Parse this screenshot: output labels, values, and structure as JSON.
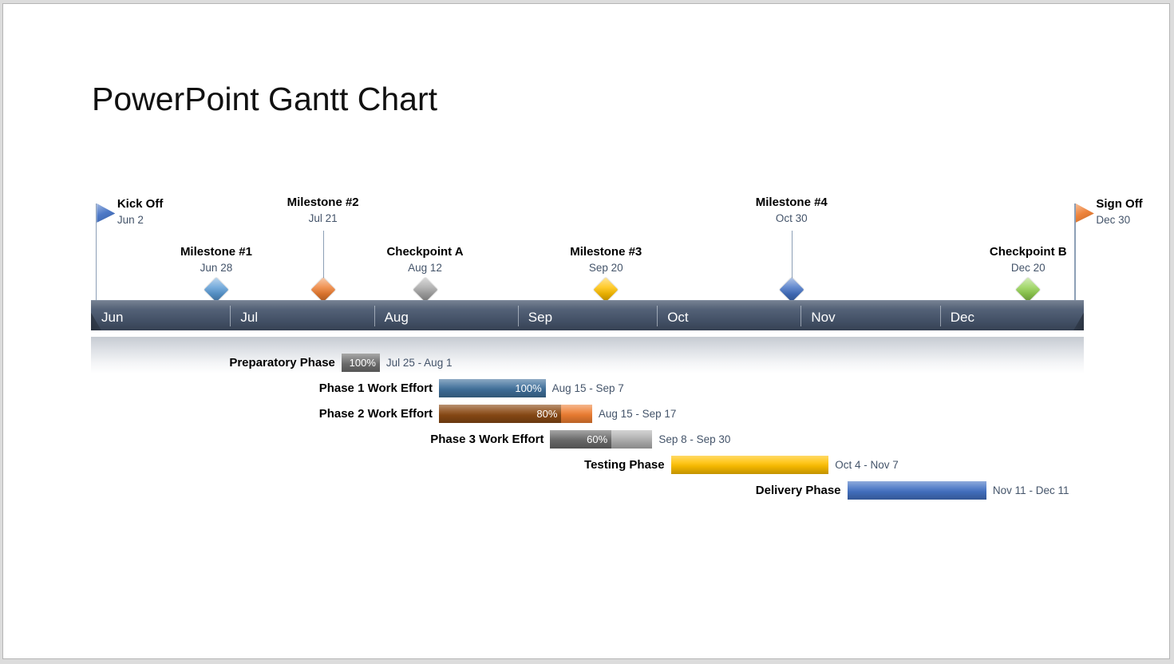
{
  "slide": {
    "title": "PowerPoint Gantt Chart"
  },
  "colors": {
    "timeline_bar": "#47566d",
    "timeline_text": "#ffffff",
    "date_text": "#44546A",
    "reflection_gray": "#c6cbd2"
  },
  "chart_data": {
    "type": "gantt",
    "title": "PowerPoint Gantt Chart",
    "timeline": {
      "start": "Jun 1",
      "end": "Dec 31",
      "months": [
        "Jun",
        "Jul",
        "Aug",
        "Sep",
        "Oct",
        "Nov",
        "Dec"
      ]
    },
    "milestones": [
      {
        "name": "Kick Off",
        "date": "Jun 2",
        "marker": "flag",
        "color": "#4472C4",
        "level": "high"
      },
      {
        "name": "Milestone #1",
        "date": "Jun 28",
        "marker": "diamond",
        "color": "#5B9BD5",
        "level": "low"
      },
      {
        "name": "Milestone #2",
        "date": "Jul 21",
        "marker": "diamond",
        "color": "#ED7D31",
        "level": "high"
      },
      {
        "name": "Checkpoint A",
        "date": "Aug 12",
        "marker": "diamond",
        "color": "#A5A5A5",
        "level": "low"
      },
      {
        "name": "Milestone #3",
        "date": "Sep 20",
        "marker": "diamond",
        "color": "#FFC000",
        "level": "low"
      },
      {
        "name": "Milestone #4",
        "date": "Oct 30",
        "marker": "diamond",
        "color": "#4472C4",
        "level": "high"
      },
      {
        "name": "Checkpoint B",
        "date": "Dec 20",
        "marker": "diamond",
        "color": "#92D050",
        "level": "low"
      },
      {
        "name": "Sign Off",
        "date": "Dec 30",
        "marker": "flag",
        "color": "#ED7D31",
        "level": "high"
      }
    ],
    "tasks": [
      {
        "name": "Preparatory Phase",
        "start": "Jul 25",
        "end": "Aug 1",
        "percent": 100,
        "percent_label": "100%",
        "date_label": "Jul 25 - Aug 1",
        "done_color": "#6F6F6F",
        "rest_color": "#ABABAB"
      },
      {
        "name": "Phase 1 Work Effort",
        "start": "Aug 15",
        "end": "Sep 7",
        "percent": 100,
        "percent_label": "100%",
        "date_label": "Aug 15 - Sep 7",
        "done_color": "#41719C",
        "rest_color": "#7FA8CC"
      },
      {
        "name": "Phase 2 Work Effort",
        "start": "Aug 15",
        "end": "Sep 17",
        "percent": 80,
        "percent_label": "80%",
        "date_label": "Aug 15 - Sep 17",
        "done_color": "#8A4A14",
        "rest_color": "#ED7D31"
      },
      {
        "name": "Phase 3 Work Effort",
        "start": "Sep 8",
        "end": "Sep 30",
        "percent": 60,
        "percent_label": "60%",
        "date_label": "Sep 8 - Sep 30",
        "done_color": "#6B6B6B",
        "rest_color": "#AFAFAF"
      },
      {
        "name": "Testing Phase",
        "start": "Oct 4",
        "end": "Nov 7",
        "percent": null,
        "percent_label": "",
        "date_label": "Oct 4 - Nov 7",
        "done_color": "#FFC000",
        "rest_color": "#FFC000"
      },
      {
        "name": "Delivery Phase",
        "start": "Nov 11",
        "end": "Dec 11",
        "percent": null,
        "percent_label": "",
        "date_label": "Nov 11 - Dec 11",
        "done_color": "#4472C4",
        "rest_color": "#4472C4"
      }
    ]
  }
}
